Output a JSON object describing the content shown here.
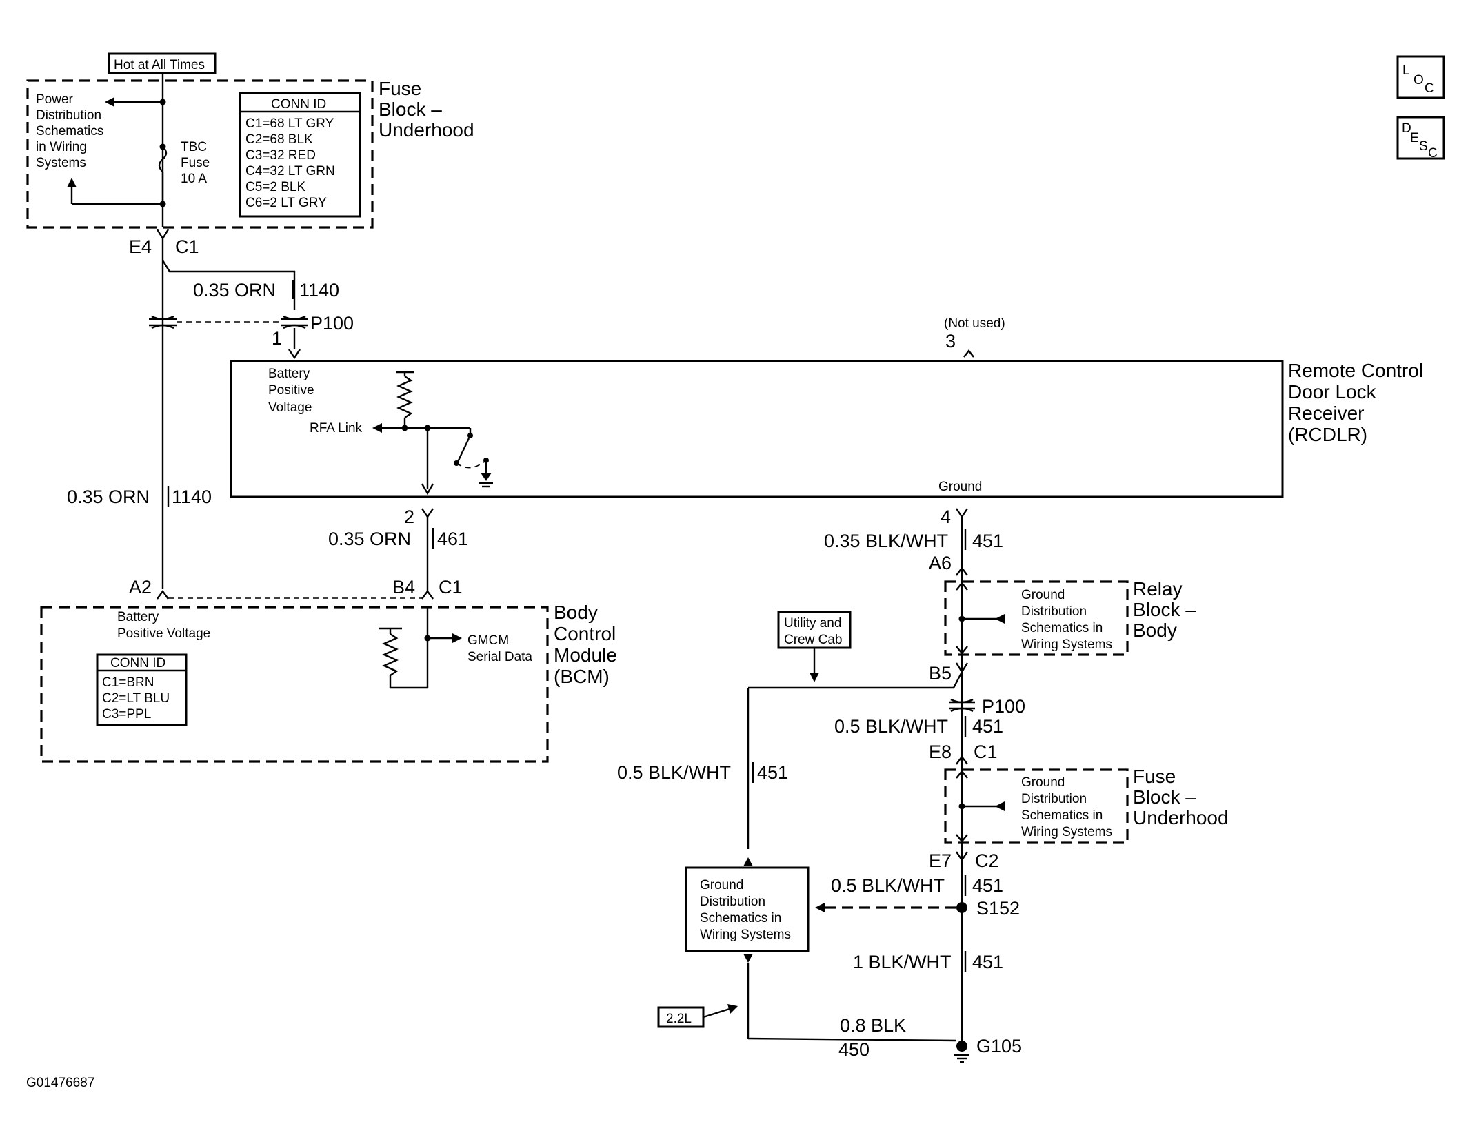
{
  "figure_id": "G01476687",
  "corner_icons": {
    "loc": {
      "main": "L",
      "sub1": "O",
      "sub2": "C"
    },
    "desc": {
      "main": "D",
      "sub1": "E",
      "sub2": "S",
      "sub3": "C"
    }
  },
  "fuse_block_top": {
    "hot_label": "Hot at All Times",
    "power_dist": [
      "Power",
      "Distribution",
      "Schematics",
      "in Wiring",
      "Systems"
    ],
    "fuse_label": [
      "TBC",
      "Fuse",
      "10 A"
    ],
    "conn_id_title": "CONN ID",
    "conn_ids": [
      "C1=68 LT GRY",
      "C2=68 BLK",
      "C3=32 RED",
      "C4=32 LT GRN",
      "C5=2 BLK",
      "C6=2 LT GRY"
    ],
    "title": [
      "Fuse",
      "Block –",
      "Underhood"
    ]
  },
  "connectors": {
    "e4": "E4",
    "c1_top": "C1",
    "p100_top": "P100",
    "pin1": "1",
    "not_used": "(Not used)",
    "pin3": "3",
    "pin2": "2",
    "pin4": "4",
    "a2": "A2",
    "b4": "B4",
    "c1_bcm": "C1",
    "a6": "A6",
    "b5": "B5",
    "p100_right": "P100",
    "e8": "E8",
    "c1_right": "C1",
    "e7": "E7",
    "c2": "C2",
    "s152": "S152",
    "g105": "G105"
  },
  "wires": {
    "w_top_gauge": "0.35 ORN",
    "w_top_circ": "1140",
    "w_left_gauge": "0.35 ORN",
    "w_left_circ": "1140",
    "w_mid_gauge": "0.35 ORN",
    "w_mid_circ": "461",
    "w_gnd1_gauge": "0.35 BLK/WHT",
    "w_gnd1_circ": "451",
    "w_gnd2_gauge": "0.5 BLK/WHT",
    "w_gnd2_circ": "451",
    "w_utility_gauge": "0.5 BLK/WHT",
    "w_utility_circ": "451",
    "w_gnd3_gauge": "0.5 BLK/WHT",
    "w_gnd3_circ": "451",
    "w_gnd4_gauge": "1 BLK/WHT",
    "w_gnd4_circ": "451",
    "w_blk_gauge": "0.8 BLK",
    "w_blk_circ": "450"
  },
  "rcdlr": {
    "title": [
      "Remote Control",
      "Door Lock",
      "Receiver",
      "(RCDLR)"
    ],
    "bpv": [
      "Battery",
      "Positive",
      "Voltage"
    ],
    "rfa_link": "RFA Link",
    "ground": "Ground"
  },
  "bcm": {
    "title": [
      "Body",
      "Control",
      "Module",
      "(BCM)"
    ],
    "bpv": [
      "Battery",
      "Positive Voltage"
    ],
    "gmcm": [
      "GMCM",
      "Serial Data"
    ],
    "conn_id_title": "CONN ID",
    "conn_ids": [
      "C1=BRN",
      "C2=LT BLU",
      "C3=PPL"
    ]
  },
  "relay_block": {
    "title": [
      "Relay",
      "Block –",
      "Body"
    ],
    "gnd": [
      "Ground",
      "Distribution",
      "Schematics in",
      "Wiring Systems"
    ]
  },
  "fuse_block_bottom": {
    "title": [
      "Fuse",
      "Block –",
      "Underhood"
    ],
    "gnd": [
      "Ground",
      "Distribution",
      "Schematics in",
      "Wiring Systems"
    ]
  },
  "utility_label": [
    "Utility and",
    "Crew Cab"
  ],
  "gnd_dist_box": [
    "Ground",
    "Distribution",
    "Schematics in",
    "Wiring Systems"
  ],
  "engine_label": "2.2L"
}
